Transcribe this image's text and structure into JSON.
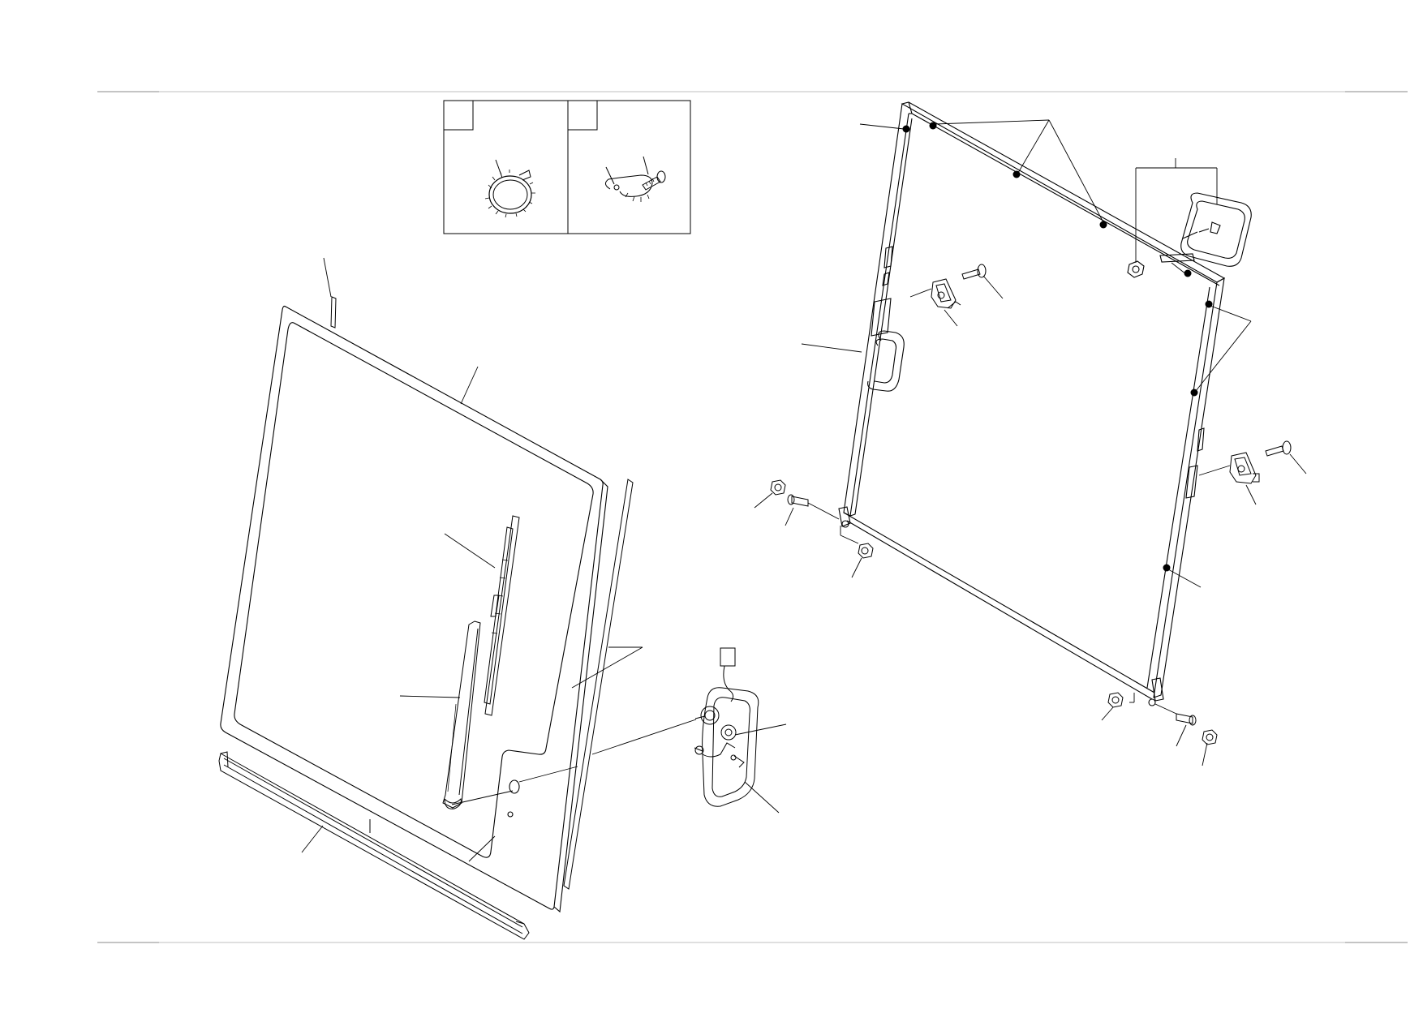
{
  "diagram": {
    "type": "exploded-parts-view",
    "labels": [],
    "detail_boxes": [
      {
        "name": "detail-box-a",
        "tag": ""
      },
      {
        "name": "detail-box-b",
        "tag": ""
      }
    ]
  },
  "colors": {
    "line": "#000000",
    "page_rule": "#bfbfbf",
    "background": "#ffffff"
  }
}
